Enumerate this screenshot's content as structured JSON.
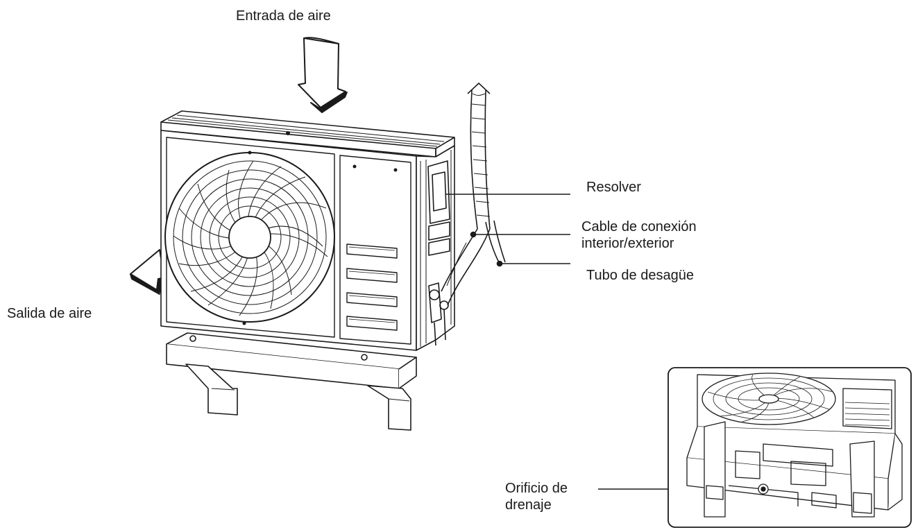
{
  "labels": {
    "air_inlet": "Entrada de aire",
    "air_outlet": "Salida de aire",
    "resolver": "Resolver",
    "cable_line1": "Cable de conexión",
    "cable_line2": "interior/exterior",
    "drain_tube": "Tubo de desagüe",
    "drain_hole_line1": "Orificio de",
    "drain_hole_line2": "drenaje"
  },
  "icons": {
    "air_inlet_arrow": "arrow-down-icon",
    "air_outlet_arrow": "arrow-left-icon",
    "fan": "fan-icon"
  },
  "colors": {
    "line": "#1a1a1a",
    "background": "#ffffff"
  }
}
